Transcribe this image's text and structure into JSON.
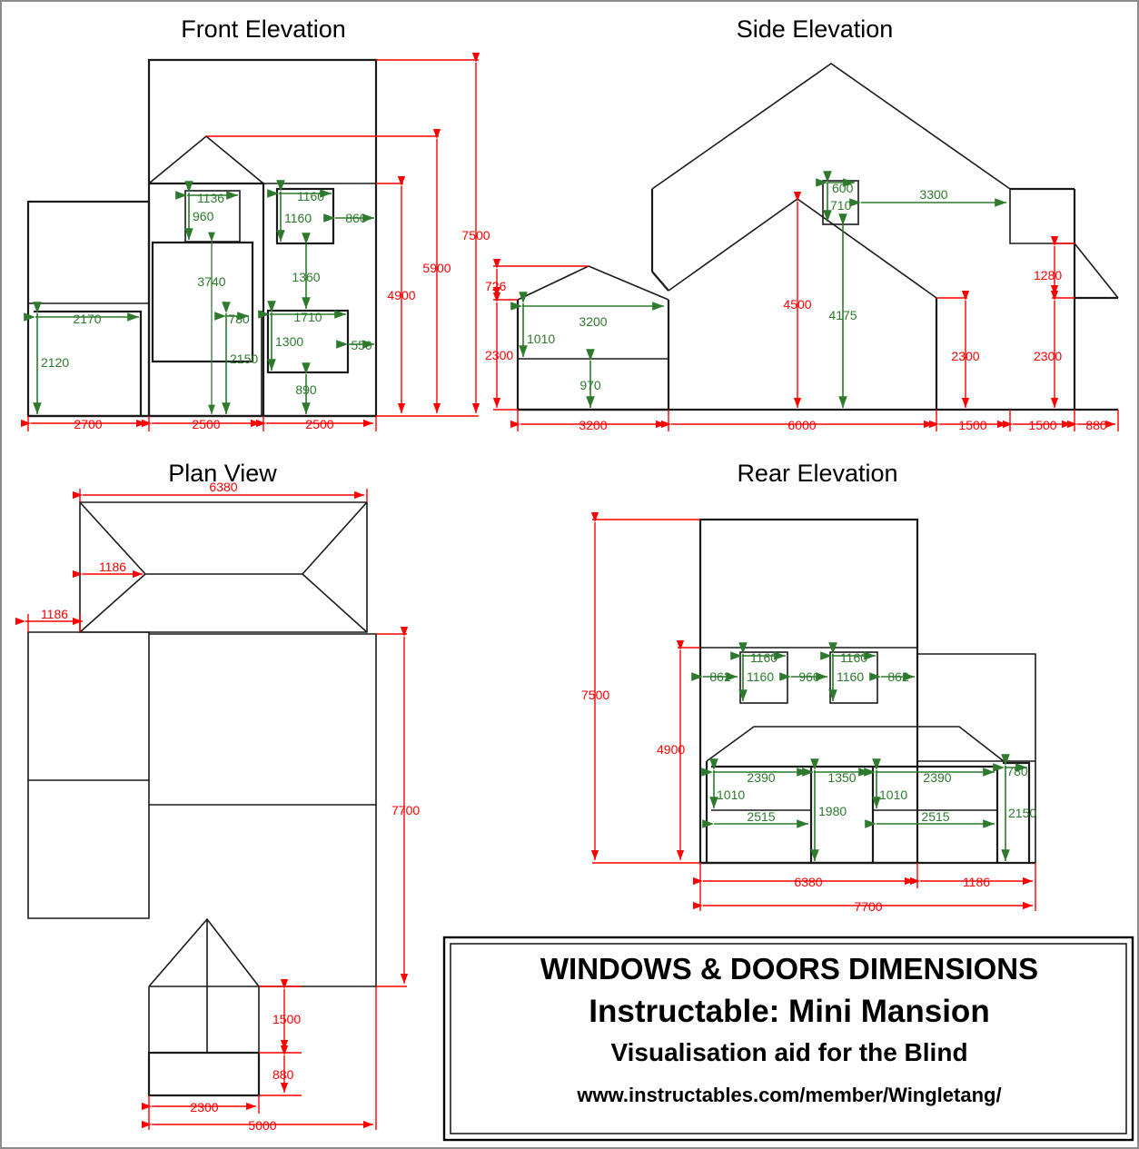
{
  "sheet": {
    "background": "#ffffff",
    "dimension_color_red": "#ff0000",
    "dimension_color_green": "#2d7a2d",
    "outline_color": "#1a1a1a",
    "units_note": "millimetres"
  },
  "views": {
    "front": {
      "title": "Front Elevation",
      "green_dims": {
        "garage_width": "2170",
        "garage_height": "2120",
        "dormer_window_width": "1136",
        "dormer_window_height": "960",
        "centre_door_sill_to_eaves": "3740",
        "centre_door_offset": "780",
        "centre_door_height": "2150",
        "upper_right_window_width": "1160",
        "upper_right_window_height": "1160",
        "upper_right_window_offset": "860",
        "gap_between_windows": "1360",
        "lower_right_window_width": "1710",
        "lower_right_window_height": "1300",
        "lower_right_window_offset": "550",
        "lower_right_window_sill": "890"
      },
      "red_dims": {
        "ridge_height": "7500",
        "dormer_ridge_height": "5900",
        "eaves_height": "4900",
        "bay_1_width": "2700",
        "bay_2_width": "2500",
        "bay_3_width": "2500"
      }
    },
    "side": {
      "title": "Side Elevation",
      "green_dims": {
        "left_wing_width": "3200",
        "left_wing_window_head": "1010",
        "left_wing_window_sill": "970",
        "porch_window_width": "600",
        "porch_window_height": "710",
        "porch_to_wall": "3300",
        "porch_ridge_height": "4175"
      },
      "red_dims": {
        "left_wing_roof_rise": "726",
        "left_wing_eaves": "2300",
        "porch_ridge": "4500",
        "right_eaves": "2300",
        "far_right_eaves": "2300",
        "far_right_roof_rise": "1280",
        "span_1": "3200",
        "span_2": "6000",
        "span_3": "1500",
        "span_4": "1500",
        "span_5": "880"
      }
    },
    "plan": {
      "title": "Plan View",
      "red_dims": {
        "main_roof_width": "6380",
        "hip_inset_horizontal": "1186",
        "hip_inset_vertical": "1186",
        "overall_depth": "7700",
        "porch_projection": "1500",
        "porch_step": "880",
        "porch_width": "2300",
        "overall_width": "5000"
      }
    },
    "rear": {
      "title": "Rear Elevation",
      "green_dims": {
        "window_left_offset": "862",
        "window_left_width": "1160",
        "window_left_height": "1160",
        "window_gap": "960",
        "window_right_width": "1160",
        "window_right_height": "1160",
        "window_right_offset": "862",
        "lower_left_width": "2390",
        "lower_left_head": "1010",
        "lower_left_sill_width": "2515",
        "door_width": "1350",
        "door_height": "1980",
        "lower_right_width": "2390",
        "lower_right_head": "1010",
        "lower_right_sill_width": "2515",
        "side_door_width": "780",
        "side_door_height": "2150"
      },
      "red_dims": {
        "ridge_height": "7500",
        "eaves_height": "4900",
        "main_width": "6380",
        "wing_width": "1186",
        "overall_width": "7700"
      }
    }
  },
  "title_block": {
    "line1": "WINDOWS & DOORS DIMENSIONS",
    "line2": "Instructable: Mini Mansion",
    "line3": "Visualisation aid for the Blind",
    "line4": "www.instructables.com/member/Wingletang/"
  }
}
